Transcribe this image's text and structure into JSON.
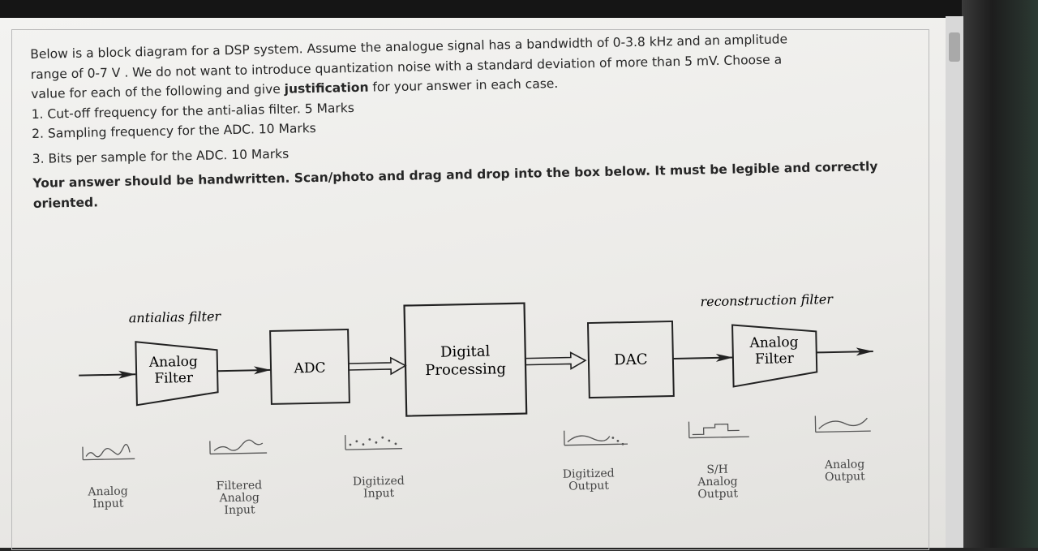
{
  "question": {
    "line1": "Below is a block diagram for a DSP system. Assume the analogue signal has a bandwidth of 0-3.8 kHz and an amplitude",
    "line2": "range of 0-7 V . We do not want to introduce quantization noise with a standard deviation of more than 5 mV. Choose a",
    "line3_before": "value for each of the following and give ",
    "line3_bold": "justification",
    "line3_after": " for your answer in each case.",
    "item1": "1. Cut-off frequency for the anti-alias filter. 5 Marks",
    "item2": "2. Sampling frequency for the ADC. 10 Marks",
    "item3": "3. Bits per sample for the ADC. 10 Marks",
    "instruction_line1": "Your answer should be handwritten. Scan/photo and drag and drop into the box below. It must be legible and correctly",
    "instruction_line2": "oriented."
  },
  "diagram": {
    "antialias_label": "antialias filter",
    "reconstruction_label": "reconstruction filter",
    "analog_filter_1": [
      "Analog",
      "Filter"
    ],
    "adc": "ADC",
    "digital_processing": [
      "Digital",
      "Processing"
    ],
    "dac": "DAC",
    "analog_filter_2": [
      "Analog",
      "Filter"
    ],
    "signals": {
      "analog_input": [
        "Analog",
        "Input"
      ],
      "filtered_analog_input": [
        "Filtered",
        "Analog",
        "Input"
      ],
      "digitized_input": [
        "Digitized",
        "Input"
      ],
      "digitized_output": [
        "Digitized",
        "Output"
      ],
      "sh_analog_output": [
        "S/H",
        "Analog",
        "Output"
      ],
      "analog_output": [
        "Analog",
        "Output"
      ]
    }
  }
}
